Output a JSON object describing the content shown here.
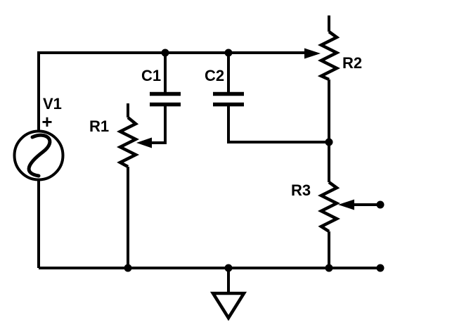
{
  "diagram": {
    "type": "circuit-schematic",
    "background_color": "#ffffff",
    "line_color": "#000000",
    "components": {
      "v1": {
        "label": "V1",
        "type": "ac-voltage-source",
        "polarity": "+"
      },
      "r1": {
        "label": "R1",
        "type": "variable-resistor"
      },
      "r2": {
        "label": "R2",
        "type": "variable-resistor"
      },
      "r3": {
        "label": "R3",
        "type": "variable-resistor"
      },
      "c1": {
        "label": "C1",
        "type": "capacitor"
      },
      "c2": {
        "label": "C2",
        "type": "capacitor"
      },
      "ground": {
        "label": "",
        "type": "ground"
      }
    }
  }
}
